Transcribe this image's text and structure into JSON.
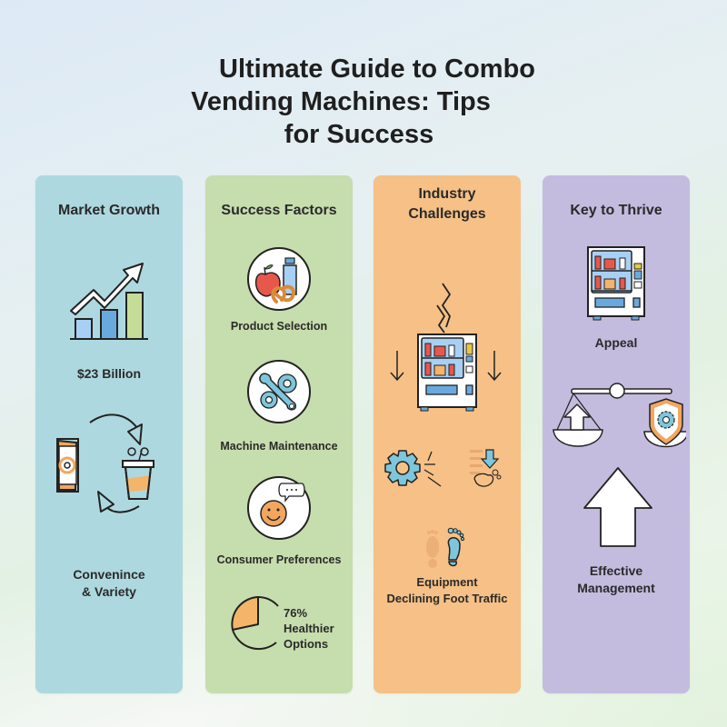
{
  "title": {
    "line1": "Ultimate Guide to Combo",
    "line2": "Vending Machines: Tips",
    "line3": "for Success"
  },
  "panels": [
    {
      "heading": "Market Growth",
      "color": "#aed8df",
      "items": [
        {
          "icon": "bar-chart-trend-arrow-icon",
          "label": "$23 Billion"
        },
        {
          "icon": "snack-drink-cycle-icon",
          "label_line1": "Convenince",
          "label_line2": "& Variety"
        }
      ]
    },
    {
      "heading": "Success Factors",
      "color": "#c6ddad",
      "items": [
        {
          "icon": "apple-pretzel-water-icon",
          "label": "Product Selection"
        },
        {
          "icon": "wrench-gears-icon",
          "label": "Machine Maintenance"
        },
        {
          "icon": "smiley-speech-bubble-icon",
          "label": "Consumer Preferences"
        },
        {
          "icon": "pie-chart-icon",
          "value": "76%",
          "label_line1": "Healthier",
          "label_line2": "Options"
        }
      ]
    },
    {
      "heading_line1": "Industry",
      "heading_line2": "Challenges",
      "color": "#f6c086",
      "items": [
        {
          "icon": "broken-vending-machine-icon"
        },
        {
          "icon": "broken-gear-icon"
        },
        {
          "icon": "footprints-down-icon"
        },
        {
          "icon": "footprints-icon",
          "label_line1": "Equipment",
          "label_line2": "Declining Foot Traffic"
        }
      ]
    },
    {
      "heading": "Key to Thrive",
      "color": "#c3bcdf",
      "items": [
        {
          "icon": "vending-machine-icon",
          "label": "Appeal"
        },
        {
          "icon": "balance-scale-icon"
        },
        {
          "icon": "up-arrow-icon",
          "label_line1": "Effective",
          "label_line2": "Management"
        }
      ]
    }
  ]
}
